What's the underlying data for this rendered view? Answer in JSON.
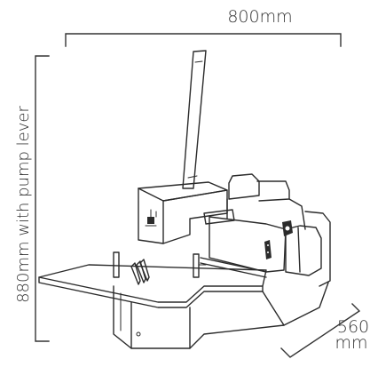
{
  "diagram": {
    "dimensions": {
      "width_label": "800mm",
      "height_label": "880mm with pump lever",
      "depth_label_line1": "560",
      "depth_label_line2": "mm"
    },
    "colors": {
      "ink": "#2b2b2b",
      "dimension": "#333333",
      "background": "#ffffff"
    }
  }
}
